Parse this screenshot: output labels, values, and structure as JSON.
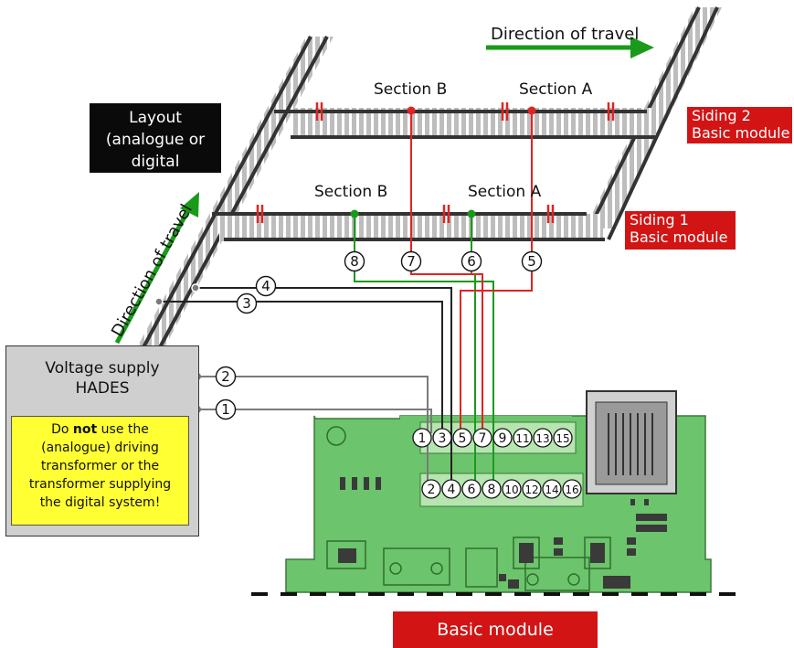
{
  "top_direction": "Direction of travel",
  "left_direction": "Direction of travel",
  "layout_box": [
    "Layout",
    "(analogue or",
    "digital"
  ],
  "siding2": [
    "Siding 2",
    "Basic module"
  ],
  "siding1": [
    "Siding 1",
    "Basic module"
  ],
  "section_b_top": "Section B",
  "section_a_top": "Section A",
  "section_b_bottom": "Section B",
  "section_a_bottom": "Section A",
  "supply": {
    "title_line1": "Voltage supply",
    "title_line2": "HADES"
  },
  "warning": {
    "pre": "Do ",
    "bold": "not",
    "post": " use the",
    "lines": [
      "(analogue) driving",
      "transformer or the",
      "transformer supplying",
      "the digital system!"
    ]
  },
  "wire_numbers": [
    "1",
    "2",
    "3",
    "4",
    "5",
    "6",
    "7",
    "8"
  ],
  "terminals_top": [
    "1",
    "3",
    "5",
    "7",
    "9",
    "11",
    "13",
    "15"
  ],
  "terminals_bottom": [
    "2",
    "4",
    "6",
    "8",
    "10",
    "12",
    "14",
    "16"
  ],
  "basic_module_label": "Basic module",
  "colors": {
    "red_wire": "#e02424",
    "green_wire": "#1a9a1a",
    "pcb": "#6cc46c",
    "label_red": "#d21414"
  }
}
